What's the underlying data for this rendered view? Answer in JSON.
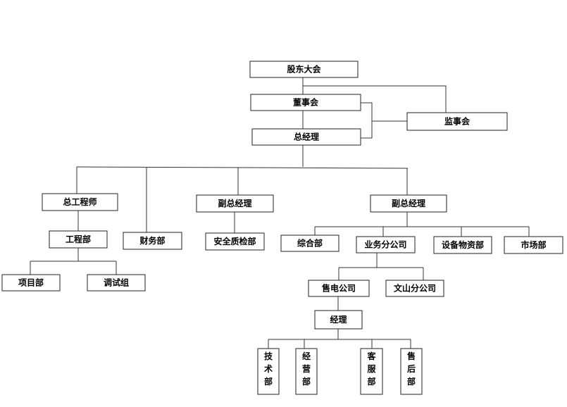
{
  "nodes": {
    "shareholders": "股东大会",
    "board": "董事会",
    "supervisors": "监事会",
    "general_manager": "总经理",
    "chief_engineer": "总工程师",
    "engineering_dept": "工程部",
    "project_dept": "项目部",
    "debug_group": "调试组",
    "finance_dept": "财务部",
    "deputy_gm_1": "副总经理",
    "safety_quality_dept": "安全质检部",
    "deputy_gm_2": "副总经理",
    "general_dept": "综合部",
    "business_branch": "业务分公司",
    "equipment_dept": "设备物资部",
    "market_dept": "市场部",
    "power_sales_company": "售电公司",
    "wenshan_branch": "文山分公司",
    "manager": "经理",
    "tech_dept": "技术部",
    "operation_dept": "经营部",
    "customer_service_dept": "客服部",
    "after_sales_dept": "售后部"
  },
  "colors": {
    "border": "#222222",
    "line": "#333333",
    "text": "#000000"
  }
}
